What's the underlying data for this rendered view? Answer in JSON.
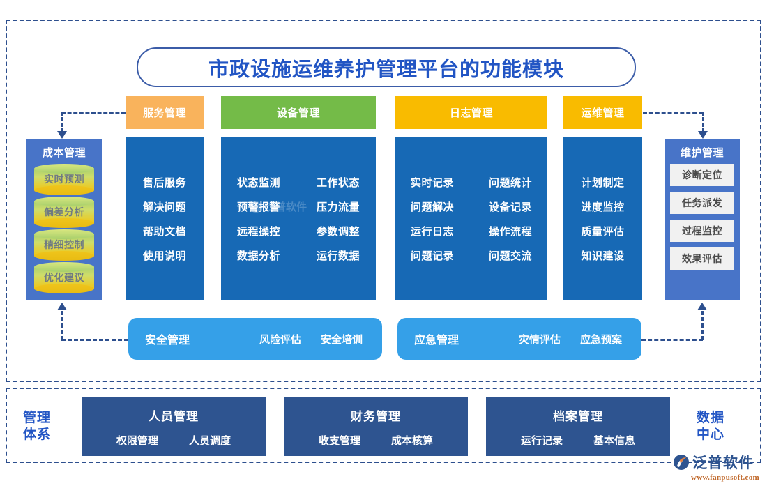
{
  "title": "市政设施运维养护管理平台的功能模块",
  "colors": {
    "frame_border": "#2d4f8e",
    "title_text": "#2255c4",
    "panel_blue": "#1769b5",
    "side_blue": "#4874c8",
    "round_bar_blue": "#35a0e8",
    "navy": "#2e5490",
    "cat_orange": "#f9b35c",
    "cat_green": "#74bb48",
    "cat_yellow": "#f9bb00",
    "cylinder_green": "#a9d06f",
    "cylinder_yellow": "#f0c617"
  },
  "categories": [
    {
      "key": "service",
      "label": "服务管理",
      "header_color": "#f9b35c",
      "columns": 1,
      "items": [
        "售后服务",
        "解决问题",
        "帮助文档",
        "使用说明"
      ]
    },
    {
      "key": "equipment",
      "label": "设备管理",
      "header_color": "#74bb48",
      "columns": 2,
      "items": [
        "状态监测",
        "工作状态",
        "预警报警",
        "压力流量",
        "远程操控",
        "参数调整",
        "数据分析",
        "运行数据"
      ]
    },
    {
      "key": "log",
      "label": "日志管理",
      "header_color": "#f9bb00",
      "columns": 2,
      "items": [
        "实时记录",
        "问题统计",
        "问题解决",
        "设备记录",
        "运行日志",
        "操作流程",
        "问题记录",
        "问题交流"
      ]
    },
    {
      "key": "ops",
      "label": "运维管理",
      "header_color": "#f9bb00",
      "columns": 1,
      "items": [
        "计划制定",
        "进度监控",
        "质量评估",
        "知识建设"
      ]
    }
  ],
  "cost_management": {
    "title": "成本管理",
    "items": [
      "实时预测",
      "偏差分析",
      "精细控制",
      "优化建议"
    ]
  },
  "maintenance_management": {
    "title": "维护管理",
    "items": [
      "诊断定位",
      "任务派发",
      "过程监控",
      "效果评估"
    ]
  },
  "round_bars": [
    {
      "key": "safety",
      "title": "安全管理",
      "items": [
        "风险评估",
        "安全培训"
      ]
    },
    {
      "key": "emergency",
      "title": "应急管理",
      "items": [
        "灾情评估",
        "应急预案"
      ]
    }
  ],
  "bottom": {
    "left_label": "管理\n体系",
    "left_label_line1": "管理",
    "left_label_line2": "体系",
    "right_label_line1": "数据",
    "right_label_line2": "中心",
    "boxes": [
      {
        "key": "personnel",
        "title": "人员管理",
        "items": [
          "权限管理",
          "人员调度"
        ]
      },
      {
        "key": "finance",
        "title": "财务管理",
        "items": [
          "收支管理",
          "成本核算"
        ]
      },
      {
        "key": "archive",
        "title": "档案管理",
        "items": [
          "运行记录",
          "基本信息"
        ]
      }
    ]
  },
  "watermark": {
    "brand": "泛普软件",
    "url": "www.fanpusoft.com"
  }
}
